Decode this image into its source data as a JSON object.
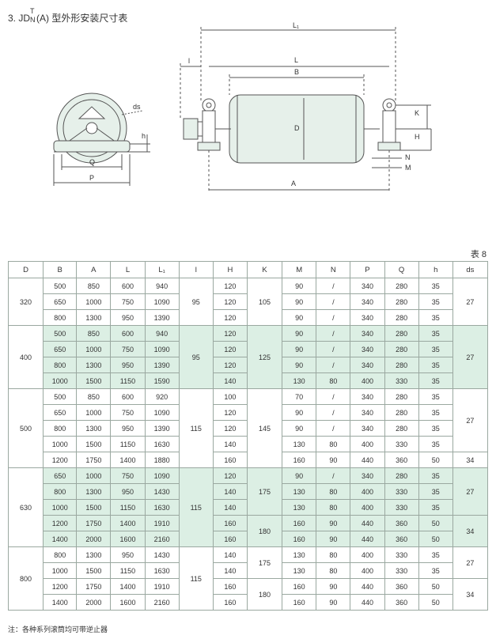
{
  "title": {
    "prefix": "3. JD",
    "sup": "T",
    "sub": "N",
    "suffix": "(A) 型外形安装尺寸表"
  },
  "drawing_labels": {
    "ds": "ds",
    "h": "h",
    "Q": "Q",
    "P": "P",
    "L1": "L₁",
    "l": "l",
    "L": "L",
    "B": "B",
    "D": "D",
    "K": "K",
    "H": "H",
    "N": "N",
    "M": "M",
    "A": "A"
  },
  "table_number": "表 8",
  "columns": [
    "D",
    "B",
    "A",
    "L",
    "L₁",
    "l",
    "H",
    "K",
    "M",
    "N",
    "P",
    "Q",
    "h",
    "ds"
  ],
  "groups": [
    {
      "D": "320",
      "l": "95",
      "shade": false,
      "rows": [
        {
          "B": "500",
          "A": "850",
          "L": "600",
          "L1": "940",
          "H": "120",
          "M": "90",
          "N": "/",
          "P": "340",
          "Q": "280",
          "h": "35"
        },
        {
          "B": "650",
          "A": "1000",
          "L": "750",
          "L1": "1090",
          "H": "120",
          "M": "90",
          "N": "/",
          "P": "340",
          "Q": "280",
          "h": "35"
        },
        {
          "B": "800",
          "A": "1300",
          "L": "950",
          "L1": "1390",
          "H": "120",
          "M": "90",
          "N": "/",
          "P": "340",
          "Q": "280",
          "h": "35"
        }
      ],
      "K": [
        {
          "value": "105",
          "span": 3
        }
      ],
      "ds": [
        {
          "value": "27",
          "span": 3
        }
      ]
    },
    {
      "D": "400",
      "l": "95",
      "shade": true,
      "rows": [
        {
          "B": "500",
          "A": "850",
          "L": "600",
          "L1": "940",
          "H": "120",
          "M": "90",
          "N": "/",
          "P": "340",
          "Q": "280",
          "h": "35"
        },
        {
          "B": "650",
          "A": "1000",
          "L": "750",
          "L1": "1090",
          "H": "120",
          "M": "90",
          "N": "/",
          "P": "340",
          "Q": "280",
          "h": "35"
        },
        {
          "B": "800",
          "A": "1300",
          "L": "950",
          "L1": "1390",
          "H": "120",
          "M": "90",
          "N": "/",
          "P": "340",
          "Q": "280",
          "h": "35"
        },
        {
          "B": "1000",
          "A": "1500",
          "L": "1150",
          "L1": "1590",
          "H": "140",
          "M": "130",
          "N": "80",
          "P": "400",
          "Q": "330",
          "h": "35"
        }
      ],
      "K": [
        {
          "value": "125",
          "span": 4
        }
      ],
      "ds": [
        {
          "value": "27",
          "span": 4
        }
      ]
    },
    {
      "D": "500",
      "l": "115",
      "shade": false,
      "rows": [
        {
          "B": "500",
          "A": "850",
          "L": "600",
          "L1": "920",
          "H": "100",
          "M": "70",
          "N": "/",
          "P": "340",
          "Q": "280",
          "h": "35"
        },
        {
          "B": "650",
          "A": "1000",
          "L": "750",
          "L1": "1090",
          "H": "120",
          "M": "90",
          "N": "/",
          "P": "340",
          "Q": "280",
          "h": "35"
        },
        {
          "B": "800",
          "A": "1300",
          "L": "950",
          "L1": "1390",
          "H": "120",
          "M": "90",
          "N": "/",
          "P": "340",
          "Q": "280",
          "h": "35"
        },
        {
          "B": "1000",
          "A": "1500",
          "L": "1150",
          "L1": "1630",
          "H": "140",
          "M": "130",
          "N": "80",
          "P": "400",
          "Q": "330",
          "h": "35"
        },
        {
          "B": "1200",
          "A": "1750",
          "L": "1400",
          "L1": "1880",
          "H": "160",
          "M": "160",
          "N": "90",
          "P": "440",
          "Q": "360",
          "h": "50"
        }
      ],
      "K": [
        {
          "value": "145",
          "span": 5
        }
      ],
      "ds": [
        {
          "value": "27",
          "span": 4
        },
        {
          "value": "34",
          "span": 1
        }
      ]
    },
    {
      "D": "630",
      "l": "115",
      "shade": true,
      "rows": [
        {
          "B": "650",
          "A": "1000",
          "L": "750",
          "L1": "1090",
          "H": "120",
          "M": "90",
          "N": "/",
          "P": "340",
          "Q": "280",
          "h": "35"
        },
        {
          "B": "800",
          "A": "1300",
          "L": "950",
          "L1": "1430",
          "H": "140",
          "M": "130",
          "N": "80",
          "P": "400",
          "Q": "330",
          "h": "35"
        },
        {
          "B": "1000",
          "A": "1500",
          "L": "1150",
          "L1": "1630",
          "H": "140",
          "M": "130",
          "N": "80",
          "P": "400",
          "Q": "330",
          "h": "35"
        },
        {
          "B": "1200",
          "A": "1750",
          "L": "1400",
          "L1": "1910",
          "H": "160",
          "M": "160",
          "N": "90",
          "P": "440",
          "Q": "360",
          "h": "50"
        },
        {
          "B": "1400",
          "A": "2000",
          "L": "1600",
          "L1": "2160",
          "H": "160",
          "M": "160",
          "N": "90",
          "P": "440",
          "Q": "360",
          "h": "50"
        }
      ],
      "K": [
        {
          "value": "175",
          "span": 3
        },
        {
          "value": "180",
          "span": 2
        }
      ],
      "ds": [
        {
          "value": "27",
          "span": 3
        },
        {
          "value": "34",
          "span": 2
        }
      ]
    },
    {
      "D": "800",
      "l": "115",
      "shade": false,
      "rows": [
        {
          "B": "800",
          "A": "1300",
          "L": "950",
          "L1": "1430",
          "H": "140",
          "M": "130",
          "N": "80",
          "P": "400",
          "Q": "330",
          "h": "35"
        },
        {
          "B": "1000",
          "A": "1500",
          "L": "1150",
          "L1": "1630",
          "H": "140",
          "M": "130",
          "N": "80",
          "P": "400",
          "Q": "330",
          "h": "35"
        },
        {
          "B": "1200",
          "A": "1750",
          "L": "1400",
          "L1": "1910",
          "H": "160",
          "M": "160",
          "N": "90",
          "P": "440",
          "Q": "360",
          "h": "50"
        },
        {
          "B": "1400",
          "A": "2000",
          "L": "1600",
          "L1": "2160",
          "H": "160",
          "M": "160",
          "N": "90",
          "P": "440",
          "Q": "360",
          "h": "50"
        }
      ],
      "K": [
        {
          "value": "175",
          "span": 2
        },
        {
          "value": "180",
          "span": 2
        }
      ],
      "ds": [
        {
          "value": "27",
          "span": 2
        },
        {
          "value": "34",
          "span": 2
        }
      ]
    }
  ],
  "note": "注：各种系列滚筒均可带逆止器",
  "colors": {
    "shade": "#dcefe4",
    "drawing_fill": "#e6f0ea",
    "line": "#555555"
  }
}
